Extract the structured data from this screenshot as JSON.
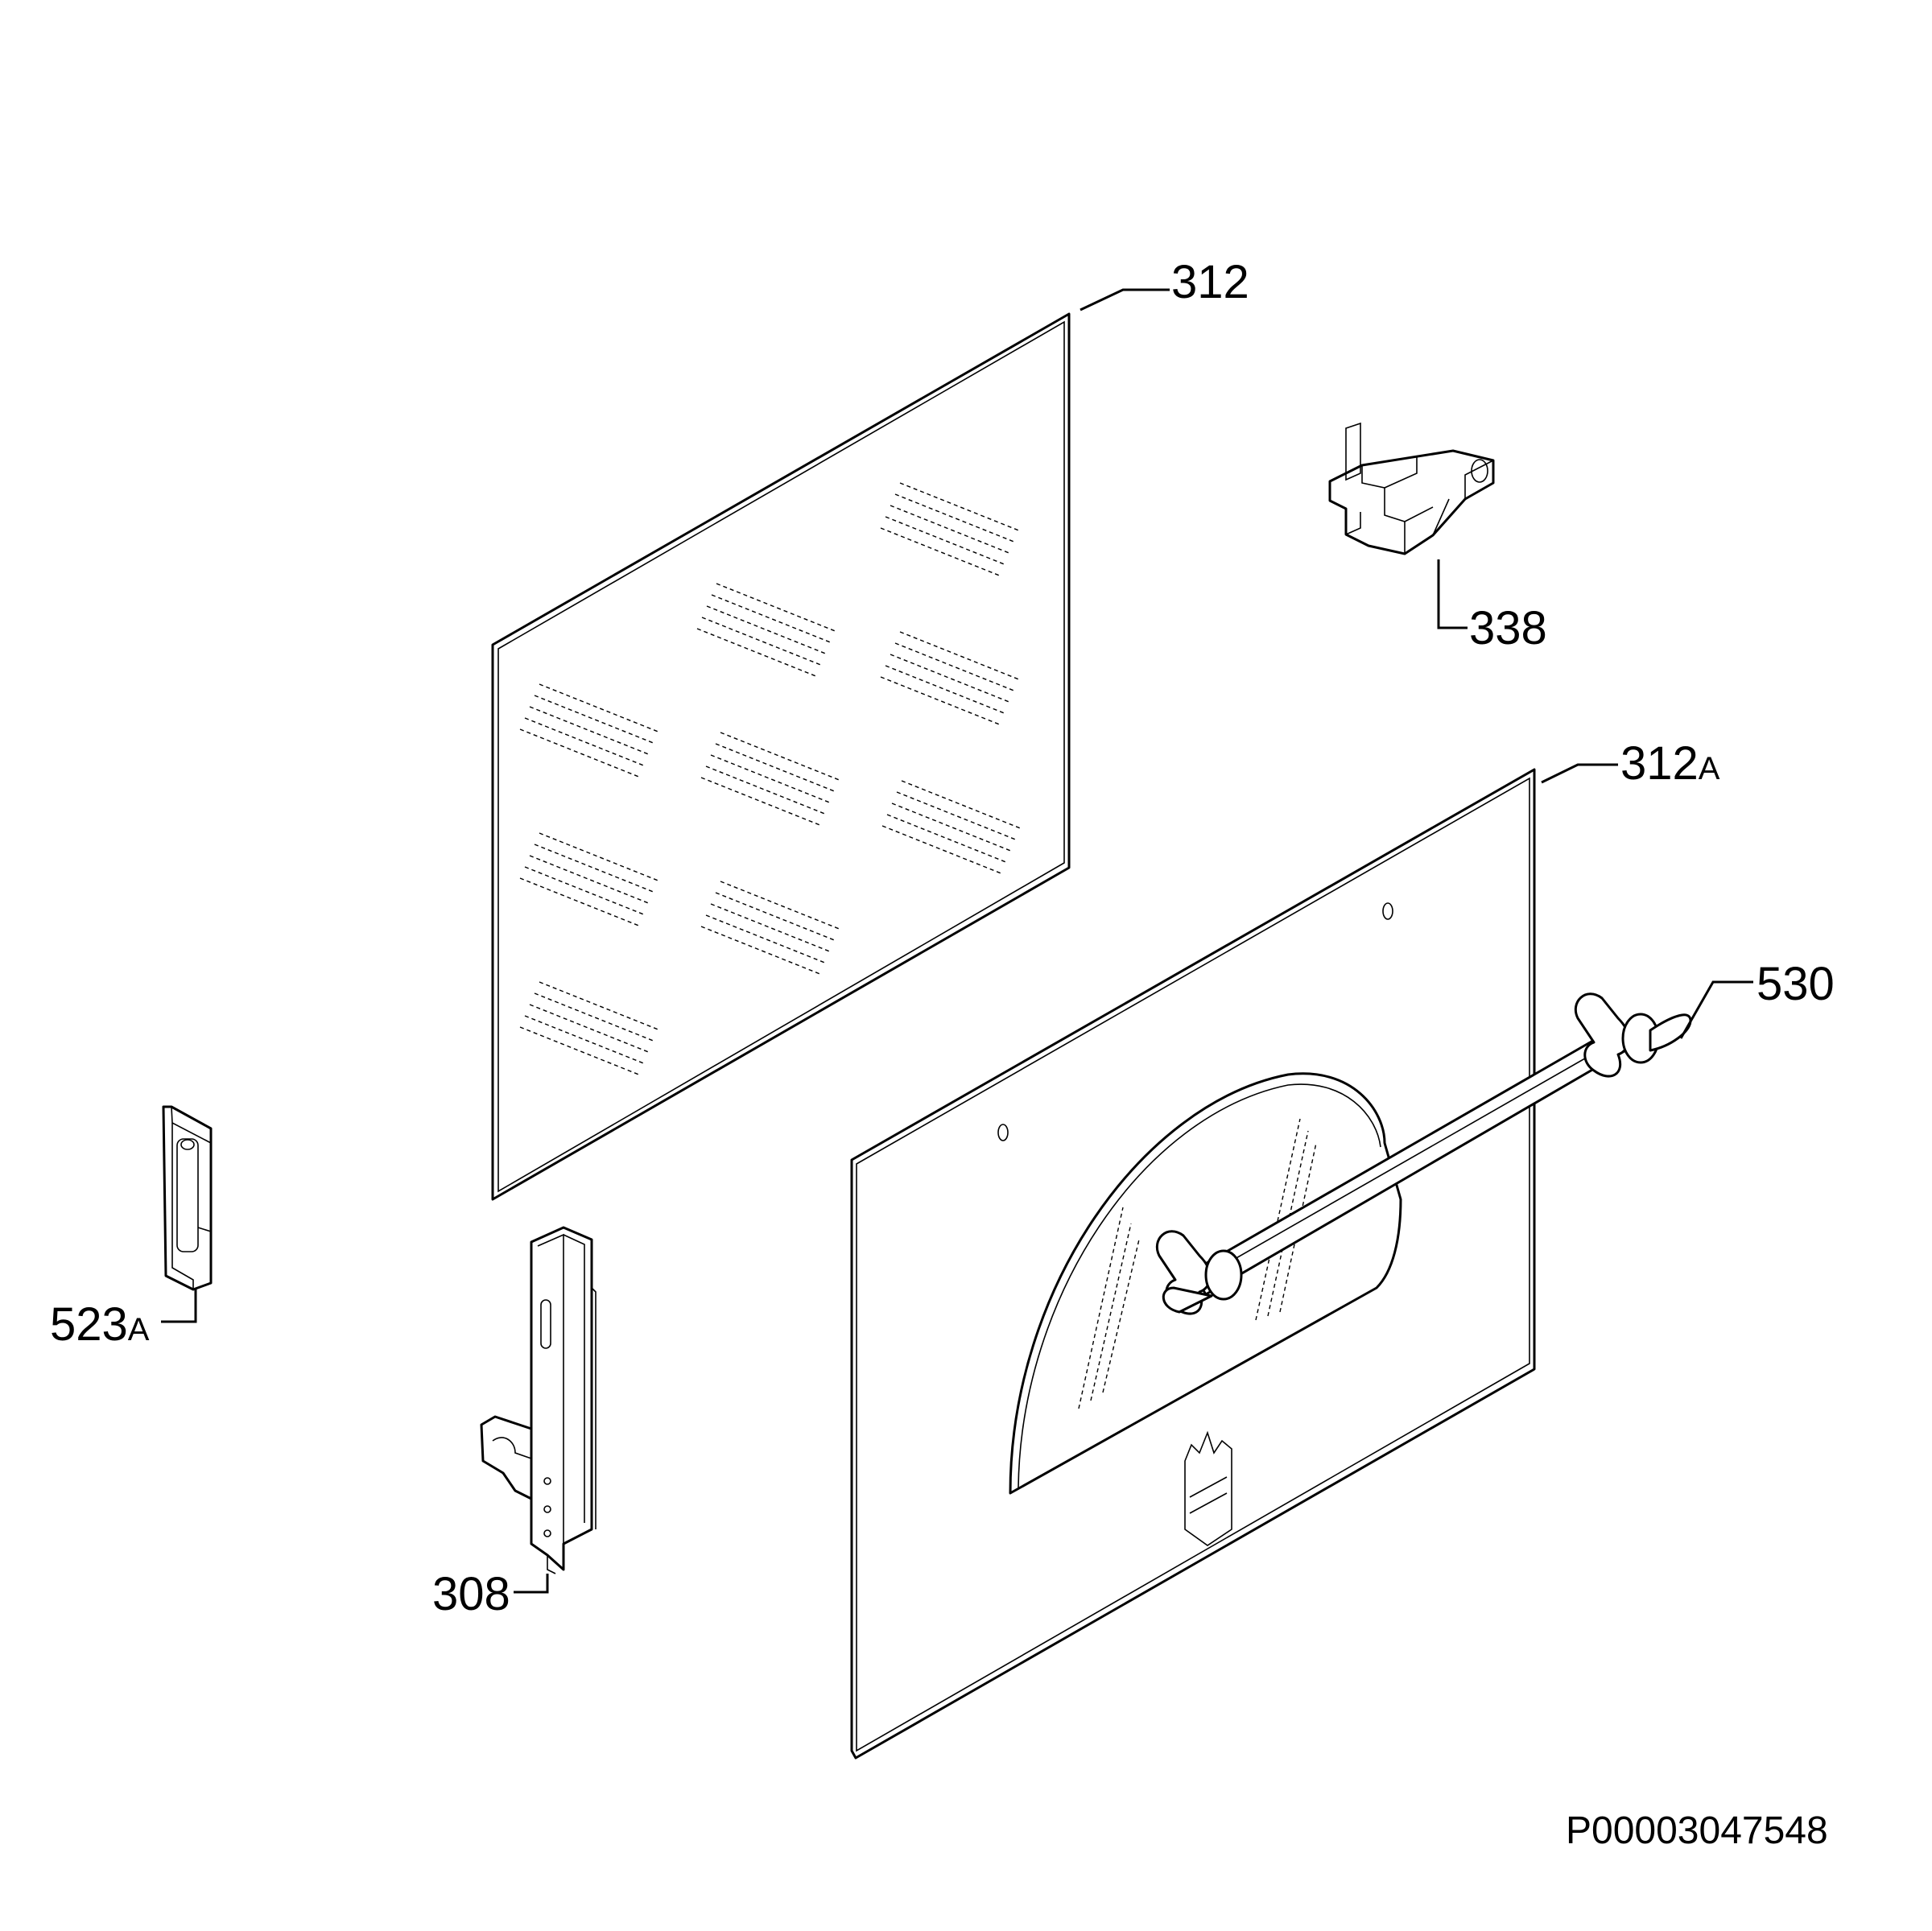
{
  "diagram": {
    "document_id": "P00003047548",
    "parts": [
      {
        "id": "312",
        "number": "312",
        "suffix": ""
      },
      {
        "id": "338",
        "number": "338",
        "suffix": ""
      },
      {
        "id": "312A",
        "number": "312",
        "suffix": "A"
      },
      {
        "id": "530",
        "number": "530",
        "suffix": ""
      },
      {
        "id": "523A",
        "number": "523",
        "suffix": "A"
      },
      {
        "id": "308",
        "number": "308",
        "suffix": ""
      }
    ]
  }
}
